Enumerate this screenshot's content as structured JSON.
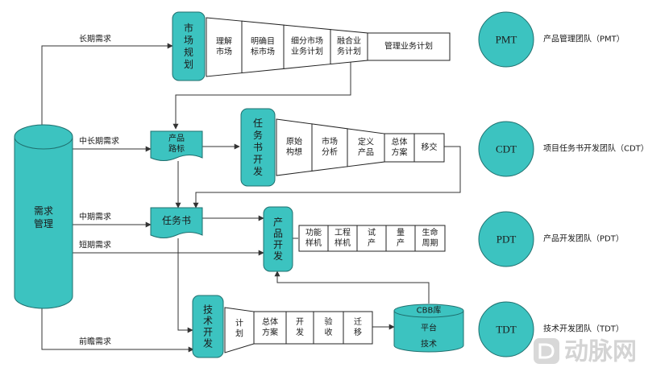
{
  "colors": {
    "teal": "#3cc3c0",
    "teal_dark": "#1f6f6e",
    "line": "#333333",
    "watermark": "#d4d4d4"
  },
  "central": {
    "label_line1": "需求",
    "label_line2": "管理"
  },
  "demands": {
    "long": "长期需求",
    "mid_long": "中长期需求",
    "mid": "中期需求",
    "short": "短期需求",
    "forward": "前瞻需求"
  },
  "market_planning": {
    "box": [
      "市",
      "场",
      "规",
      "划"
    ],
    "steps": [
      {
        "lines": [
          "理解",
          "市场"
        ]
      },
      {
        "lines": [
          "明确目",
          "标市场"
        ]
      },
      {
        "lines": [
          "细分市场",
          "业务计划"
        ]
      },
      {
        "lines": [
          "融合业",
          "务计划"
        ]
      },
      {
        "lines": [
          "管理业务计划"
        ]
      }
    ]
  },
  "product_roadmap": {
    "lines": [
      "产品",
      "路标"
    ]
  },
  "charter_dev": {
    "box": [
      "任",
      "务",
      "书",
      "开",
      "发"
    ],
    "steps": [
      {
        "lines": [
          "原始",
          "构想"
        ]
      },
      {
        "lines": [
          "市场",
          "分析"
        ]
      },
      {
        "lines": [
          "定义",
          "产品"
        ]
      },
      {
        "lines": [
          "总体",
          "方案"
        ]
      },
      {
        "lines": [
          "移交"
        ]
      }
    ]
  },
  "charter": {
    "label": "任务书"
  },
  "product_dev": {
    "box": [
      "产",
      "品",
      "开",
      "发"
    ],
    "steps": [
      {
        "lines": [
          "功能",
          "样机"
        ]
      },
      {
        "lines": [
          "工程",
          "样机"
        ]
      },
      {
        "lines": [
          "试",
          "产"
        ]
      },
      {
        "lines": [
          "量",
          "产"
        ]
      },
      {
        "lines": [
          "生命",
          "周期"
        ]
      }
    ]
  },
  "tech_dev": {
    "box": [
      "技",
      "术",
      "开",
      "发"
    ],
    "steps": [
      {
        "lines": [
          "计",
          "划"
        ]
      },
      {
        "lines": [
          "总体",
          "方案"
        ]
      },
      {
        "lines": [
          "开",
          "发"
        ]
      },
      {
        "lines": [
          "验",
          "收"
        ]
      },
      {
        "lines": [
          "迁",
          "移"
        ]
      }
    ]
  },
  "cbb": {
    "lines": [
      "CBB库",
      "平台",
      "技术"
    ]
  },
  "teams": [
    {
      "abbr": "PMT",
      "name": "产品管理团队（PMT）"
    },
    {
      "abbr": "CDT",
      "name": "项目任务书开发团队（CDT）"
    },
    {
      "abbr": "PDT",
      "name": "产品开发团队（PDT）"
    },
    {
      "abbr": "TDT",
      "name": "技术开发团队（TDT）"
    }
  ],
  "watermark": {
    "text": "动脉网"
  }
}
